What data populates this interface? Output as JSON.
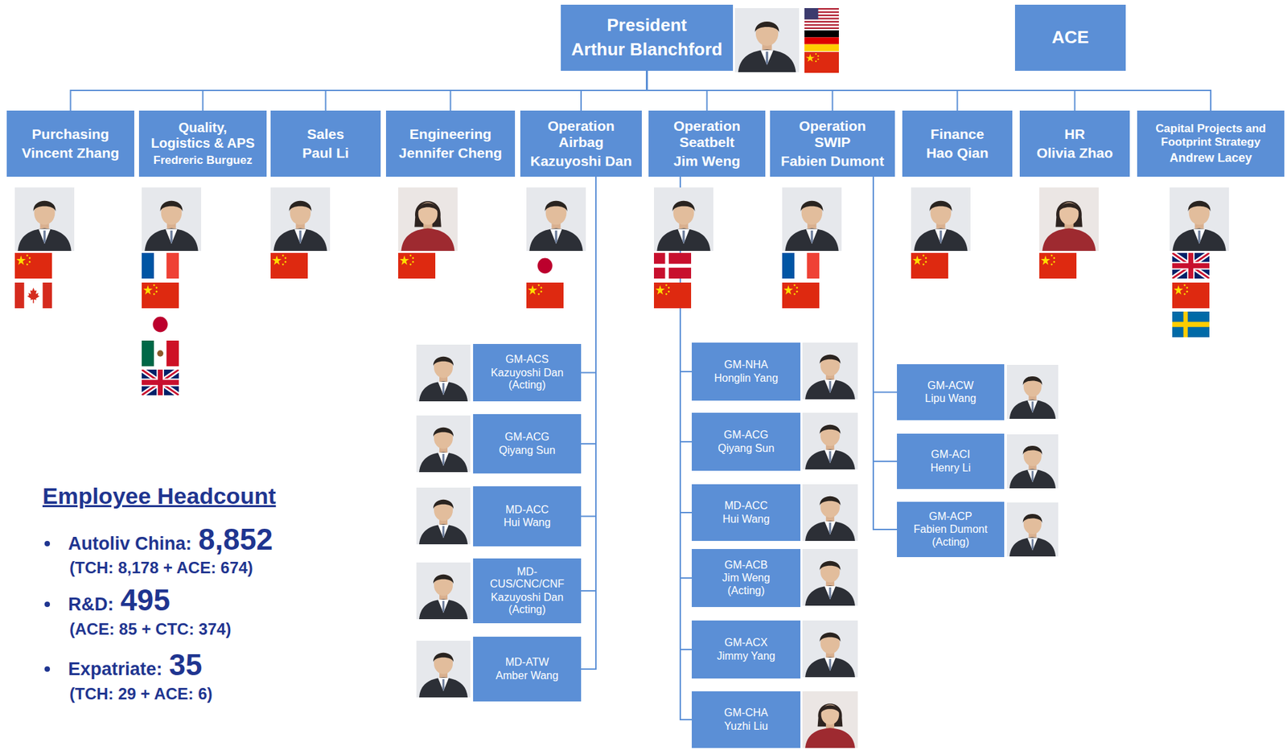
{
  "diagram": {
    "nodes": [
      {
        "text": [
          "President",
          "Arthur Blanchford"
        ]
      },
      {
        "text": [
          "ACE"
        ]
      },
      {
        "text": [
          "Purchasing",
          "Vincent Zhang"
        ]
      },
      {
        "text": [
          "Quality, Logistics & APS",
          "Fredreric Burguez"
        ]
      },
      {
        "text": [
          "Sales",
          "Paul Li"
        ]
      },
      {
        "text": [
          "Engineering",
          "Jennifer Cheng"
        ]
      },
      {
        "text": [
          "Operation Airbag",
          "Kazuyoshi Dan"
        ]
      },
      {
        "text": [
          "Operation Seatbelt",
          "Jim Weng"
        ]
      },
      {
        "text": [
          "Operation SWIP",
          "Fabien Dumont"
        ]
      },
      {
        "text": [
          "Finance",
          "Hao Qian"
        ]
      },
      {
        "text": [
          "HR",
          "Olivia Zhao"
        ]
      },
      {
        "text": [
          "Capital Projects and Footprint Strategy",
          "Andrew Lacey"
        ]
      },
      {
        "text": [
          "GM-ACS",
          "Kazuyoshi Dan (Acting)"
        ]
      },
      {
        "text": [
          "GM-ACG",
          "Qiyang Sun"
        ]
      },
      {
        "text": [
          "MD-ACC",
          "Hui Wang"
        ]
      },
      {
        "text": [
          "MD-CUS/CNC/CNF",
          "Kazuyoshi Dan (Acting)"
        ]
      },
      {
        "text": [
          "MD-ATW",
          "Amber Wang"
        ]
      },
      {
        "text": [
          "GM-NHA",
          "Honglin Yang"
        ]
      },
      {
        "text": [
          "GM-ACG",
          "Qiyang Sun"
        ]
      },
      {
        "text": [
          "MD-ACC",
          "Hui Wang"
        ]
      },
      {
        "text": [
          "GM-ACB",
          "Jim Weng (Acting)"
        ]
      },
      {
        "text": [
          "GM-ACX",
          "Jimmy Yang"
        ]
      },
      {
        "text": [
          "GM-CHA",
          "Yuzhi Liu"
        ]
      },
      {
        "text": [
          "GM-ACW",
          "Lipu Wang"
        ]
      },
      {
        "text": [
          "GM-ACI",
          "Henry Li"
        ]
      },
      {
        "text": [
          "GM-ACP",
          "Fabien Dumont (Acting)"
        ]
      }
    ],
    "edges": [
      {
        "from": 0,
        "to": 2,
        "arrow": "none"
      },
      {
        "from": 0,
        "to": 3,
        "arrow": "none"
      },
      {
        "from": 0,
        "to": 4,
        "arrow": "none"
      },
      {
        "from": 0,
        "to": 5,
        "arrow": "none"
      },
      {
        "from": 0,
        "to": 6,
        "arrow": "none"
      },
      {
        "from": 0,
        "to": 7,
        "arrow": "none"
      },
      {
        "from": 0,
        "to": 8,
        "arrow": "none"
      },
      {
        "from": 0,
        "to": 9,
        "arrow": "none"
      },
      {
        "from": 0,
        "to": 10,
        "arrow": "none"
      },
      {
        "from": 0,
        "to": 11,
        "arrow": "none"
      },
      {
        "from": 6,
        "to": 12,
        "arrow": "none"
      },
      {
        "from": 6,
        "to": 13,
        "arrow": "none"
      },
      {
        "from": 6,
        "to": 14,
        "arrow": "none"
      },
      {
        "from": 6,
        "to": 15,
        "arrow": "none"
      },
      {
        "from": 6,
        "to": 16,
        "arrow": "none"
      },
      {
        "from": 7,
        "to": 17,
        "arrow": "none"
      },
      {
        "from": 7,
        "to": 18,
        "arrow": "none"
      },
      {
        "from": 7,
        "to": 19,
        "arrow": "none"
      },
      {
        "from": 7,
        "to": 20,
        "arrow": "none"
      },
      {
        "from": 7,
        "to": 21,
        "arrow": "none"
      },
      {
        "from": 7,
        "to": 22,
        "arrow": "none"
      },
      {
        "from": 8,
        "to": 23,
        "arrow": "none"
      },
      {
        "from": 8,
        "to": 24,
        "arrow": "none"
      },
      {
        "from": 8,
        "to": 25,
        "arrow": "none"
      }
    ],
    "labels": [
      "Employee Headcount",
      "Autoliv China:",
      "8,852",
      "(TCH: 8,178 + ACE: 674)",
      "R&D:",
      "495",
      "(ACE: 85 + CTC: 374)",
      "Expatriate:",
      "35",
      "(TCH: 29 + ACE: 6)"
    ]
  }
}
